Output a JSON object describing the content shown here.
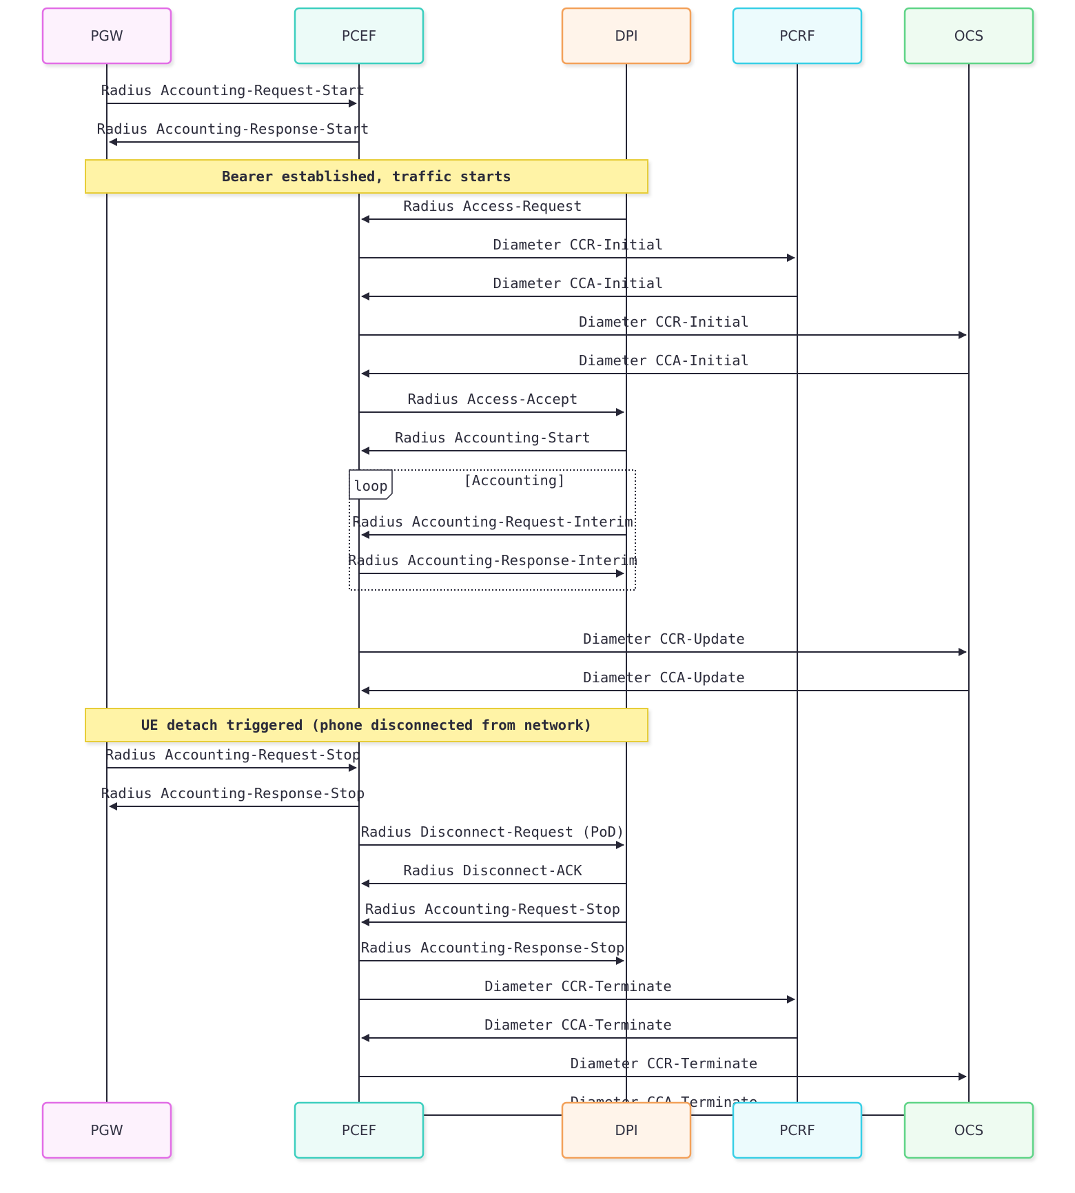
{
  "actors": [
    {
      "id": "PGW",
      "label": "PGW",
      "stroke": "#e26ee6",
      "fill": "#fdf2fd"
    },
    {
      "id": "PCEF",
      "label": "PCEF",
      "stroke": "#3ccfbf",
      "fill": "#ecfbf8"
    },
    {
      "id": "DPI",
      "label": "DPI",
      "stroke": "#f3a15a",
      "fill": "#fff4ea"
    },
    {
      "id": "PCRF",
      "label": "PCRF",
      "stroke": "#38cfe6",
      "fill": "#ecfbfd"
    },
    {
      "id": "OCS",
      "label": "OCS",
      "stroke": "#5ed487",
      "fill": "#eefbf1"
    }
  ],
  "colors": {
    "line": "#262636",
    "note_fill": "#fff3a6",
    "note_stroke": "#e7cd38"
  },
  "events": [
    {
      "type": "msg",
      "from": "PGW",
      "to": "PCEF",
      "label": "Radius Accounting-Request-Start"
    },
    {
      "type": "msg",
      "from": "PCEF",
      "to": "PGW",
      "label": "Radius Accounting-Response-Start"
    },
    {
      "type": "note",
      "over": [
        "PGW",
        "DPI"
      ],
      "label": "Bearer established, traffic starts"
    },
    {
      "type": "msg",
      "from": "DPI",
      "to": "PCEF",
      "label": "Radius Access-Request"
    },
    {
      "type": "msg",
      "from": "PCEF",
      "to": "PCRF",
      "label": "Diameter CCR-Initial"
    },
    {
      "type": "msg",
      "from": "PCRF",
      "to": "PCEF",
      "label": "Diameter CCA-Initial"
    },
    {
      "type": "msg",
      "from": "PCEF",
      "to": "OCS",
      "label": "Diameter CCR-Initial"
    },
    {
      "type": "msg",
      "from": "OCS",
      "to": "PCEF",
      "label": "Diameter CCA-Initial"
    },
    {
      "type": "msg",
      "from": "PCEF",
      "to": "DPI",
      "label": "Radius Access-Accept"
    },
    {
      "type": "msg",
      "from": "DPI",
      "to": "PCEF",
      "label": "Radius Accounting-Start"
    },
    {
      "type": "loop_start",
      "label": "loop",
      "condition": "[Accounting]"
    },
    {
      "type": "msg",
      "from": "DPI",
      "to": "PCEF",
      "label": "Radius Accounting-Request-Interim"
    },
    {
      "type": "msg",
      "from": "PCEF",
      "to": "DPI",
      "label": "Radius Accounting-Response-Interim"
    },
    {
      "type": "loop_end"
    },
    {
      "type": "msg",
      "from": "PCEF",
      "to": "OCS",
      "label": "Diameter CCR-Update"
    },
    {
      "type": "msg",
      "from": "OCS",
      "to": "PCEF",
      "label": "Diameter CCA-Update"
    },
    {
      "type": "note",
      "over": [
        "PGW",
        "DPI"
      ],
      "label": "UE detach triggered (phone disconnected from network)"
    },
    {
      "type": "msg",
      "from": "PGW",
      "to": "PCEF",
      "label": "Radius Accounting-Request-Stop"
    },
    {
      "type": "msg",
      "from": "PCEF",
      "to": "PGW",
      "label": "Radius Accounting-Response-Stop"
    },
    {
      "type": "msg",
      "from": "PCEF",
      "to": "DPI",
      "label": "Radius Disconnect-Request (PoD)"
    },
    {
      "type": "msg",
      "from": "DPI",
      "to": "PCEF",
      "label": "Radius Disconnect-ACK"
    },
    {
      "type": "msg",
      "from": "DPI",
      "to": "PCEF",
      "label": "Radius Accounting-Request-Stop"
    },
    {
      "type": "msg",
      "from": "PCEF",
      "to": "DPI",
      "label": "Radius Accounting-Response-Stop"
    },
    {
      "type": "msg",
      "from": "PCEF",
      "to": "PCRF",
      "label": "Diameter CCR-Terminate"
    },
    {
      "type": "msg",
      "from": "PCRF",
      "to": "PCEF",
      "label": "Diameter CCA-Terminate"
    },
    {
      "type": "msg",
      "from": "PCEF",
      "to": "OCS",
      "label": "Diameter CCR-Terminate"
    },
    {
      "type": "msg",
      "from": "OCS",
      "to": "PCEF",
      "label": "Diameter CCA-Terminate"
    }
  ]
}
